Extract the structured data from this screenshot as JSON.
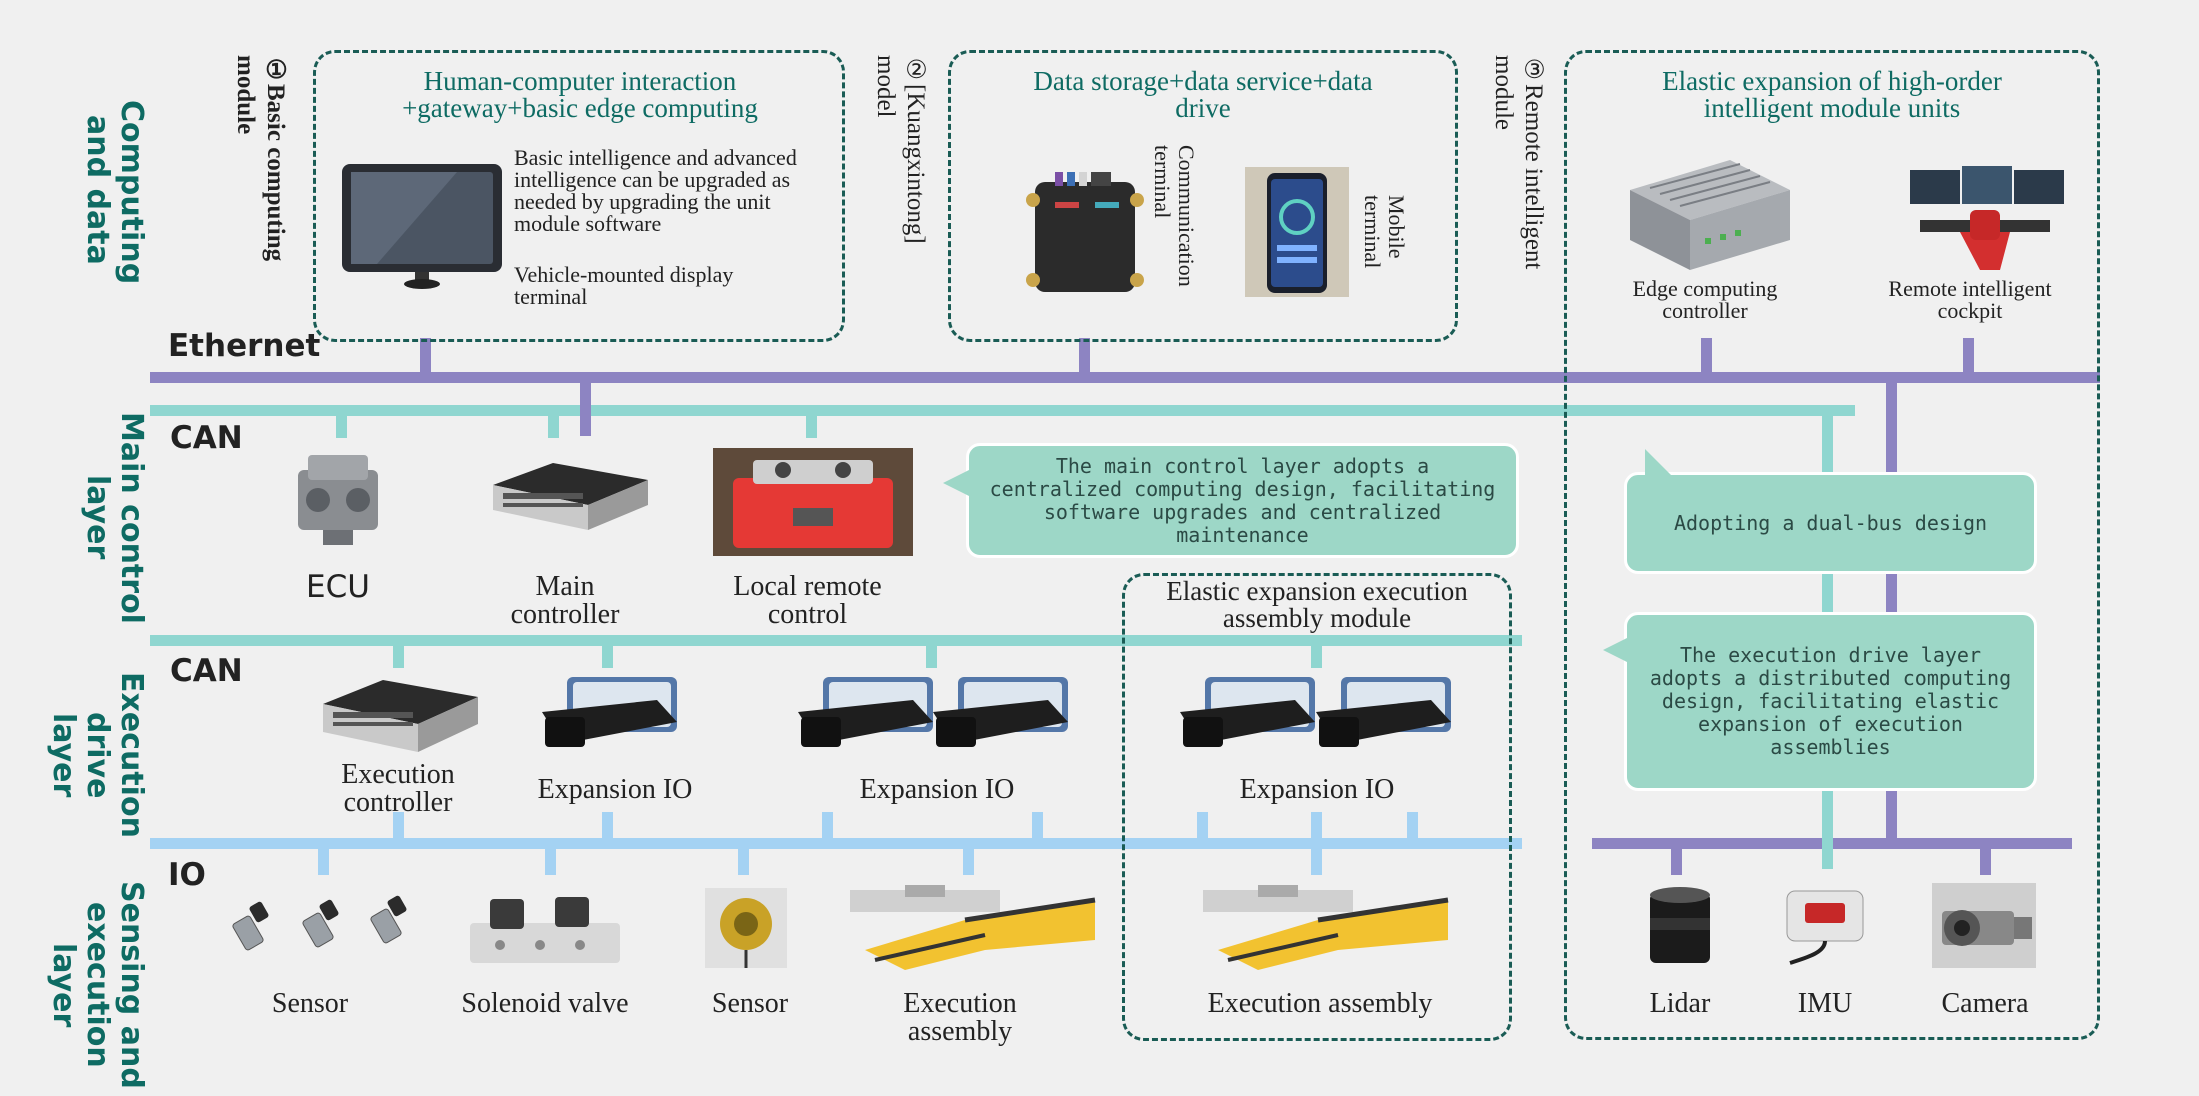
{
  "layers": {
    "computing": "Computing\nand data",
    "main_control": "Main control\nlayer",
    "execution_drive": "Execution\ndrive layer",
    "sensing": "Sensing and\nexecution\nlayer"
  },
  "buses": {
    "ethernet": "Ethernet",
    "can1": "CAN",
    "can2": "CAN",
    "io": "IO"
  },
  "modules": {
    "basic": {
      "num": "①",
      "label": "Basic computing\nmodule",
      "title": "Human-computer interaction\n+gateway+basic edge computing",
      "desc": "Basic intelligence and advanced\nintelligence can be upgraded as\nneeded by upgrading the unit\nmodule software",
      "device": "Vehicle-mounted display\nterminal"
    },
    "kuangxintong": {
      "num": "②",
      "label": "[Kuangxintong]\nmodel",
      "title": "Data storage+data service+data\ndrive",
      "comm": "Communication\nterminal",
      "mobile": "Mobile\nterminal"
    },
    "remote": {
      "num": "③",
      "label": "Remote intelligent\nmodule",
      "title": "Elastic expansion of high-order\nintelligent module units",
      "edge": "Edge computing\ncontroller",
      "cockpit": "Remote intelligent\ncockpit"
    }
  },
  "main_control": {
    "ecu": "ECU",
    "main_controller": "Main\ncontroller",
    "local_remote": "Local remote\ncontrol",
    "callout": "The main control layer adopts a\ncentralized computing design, facilitating\nsoftware upgrades and centralized\nmaintenance"
  },
  "execution": {
    "elastic_title": "Elastic expansion execution\nassembly module",
    "exec_controller": "Execution\ncontroller",
    "expansion_io_1": "Expansion IO",
    "expansion_io_2": "Expansion IO",
    "expansion_io_3": "Expansion IO"
  },
  "sensing": {
    "sensor_1": "Sensor",
    "solenoid": "Solenoid valve",
    "sensor_2": "Sensor",
    "exec_assembly_1": "Execution\nassembly",
    "exec_assembly_2": "Execution assembly",
    "lidar": "Lidar",
    "imu": "IMU",
    "camera": "Camera"
  },
  "right_callouts": {
    "dual_bus": "Adopting a dual-bus design",
    "exec_drive": "The execution drive layer\nadopts a distributed computing\ndesign, facilitating elastic\nexpansion of execution\nassemblies"
  },
  "colors": {
    "ethernet": "#8d84c2",
    "can": "#8fd6d0",
    "io": "#a4d2f3",
    "label": "#0e6b63",
    "callout": "#9dd7c7"
  }
}
